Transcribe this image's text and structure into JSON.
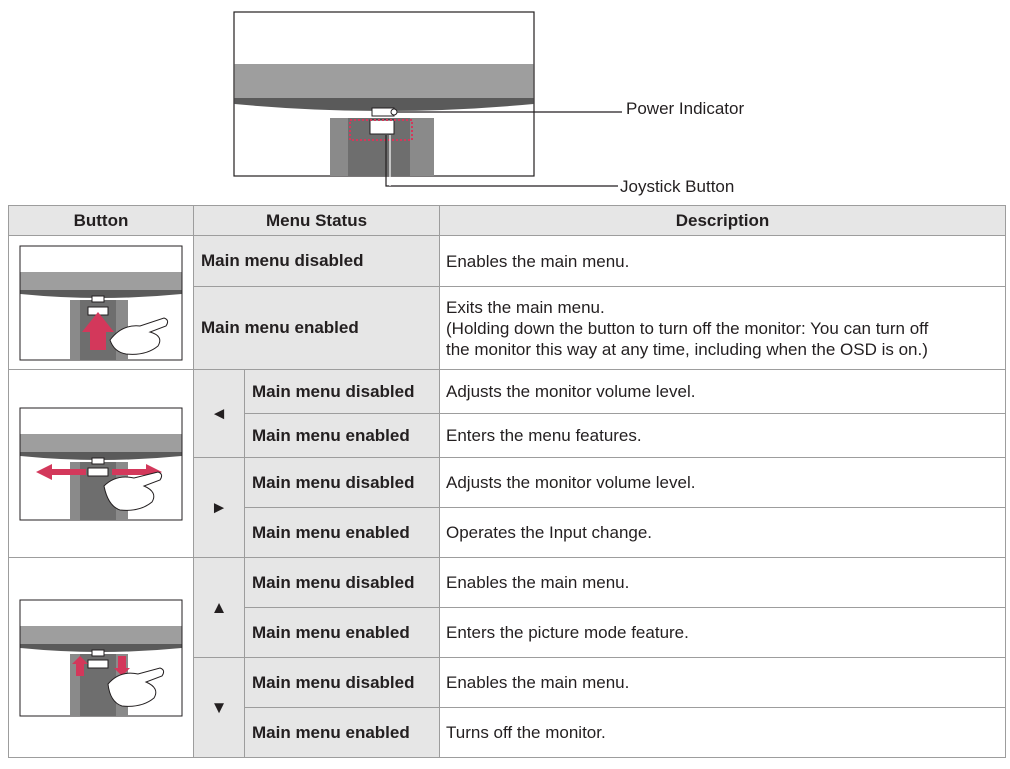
{
  "callouts": {
    "power_indicator": "Power Indicator",
    "joystick_button": "Joystick Button"
  },
  "table": {
    "headers": {
      "button": "Button",
      "menu_status": "Menu Status",
      "description": "Description"
    },
    "press": {
      "rows": [
        {
          "status": "Main menu disabled",
          "description": [
            "Enables the main menu."
          ]
        },
        {
          "status": "Main menu enabled",
          "description": [
            "Exits the main menu.",
            "(Holding down the button to turn off the monitor: You can turn off",
            "the monitor this way at any time, including when the OSD is on.)"
          ]
        }
      ]
    },
    "left": {
      "arrow": "◄",
      "rows": [
        {
          "status": "Main menu disabled",
          "description": "Adjusts the monitor volume level."
        },
        {
          "status": "Main menu enabled",
          "description": "Enters the menu features."
        }
      ]
    },
    "right": {
      "arrow": "►",
      "rows": [
        {
          "status": "Main menu disabled",
          "description": "Adjusts the monitor volume level."
        },
        {
          "status": "Main menu enabled",
          "description": "Operates the Input change."
        }
      ]
    },
    "up": {
      "arrow": "▲",
      "rows": [
        {
          "status": "Main menu disabled",
          "description": "Enables the main menu."
        },
        {
          "status": "Main menu enabled",
          "description": "Enters the picture mode feature."
        }
      ]
    },
    "down": {
      "arrow": "▼",
      "rows": [
        {
          "status": "Main menu disabled",
          "description": "Enables the main menu."
        },
        {
          "status": "Main menu enabled",
          "description": "Turns off the monitor."
        }
      ]
    }
  },
  "colors": {
    "header_bg": "#e6e6e6",
    "arrow_accent": "#d3385b",
    "border": "#9d9d9d"
  }
}
